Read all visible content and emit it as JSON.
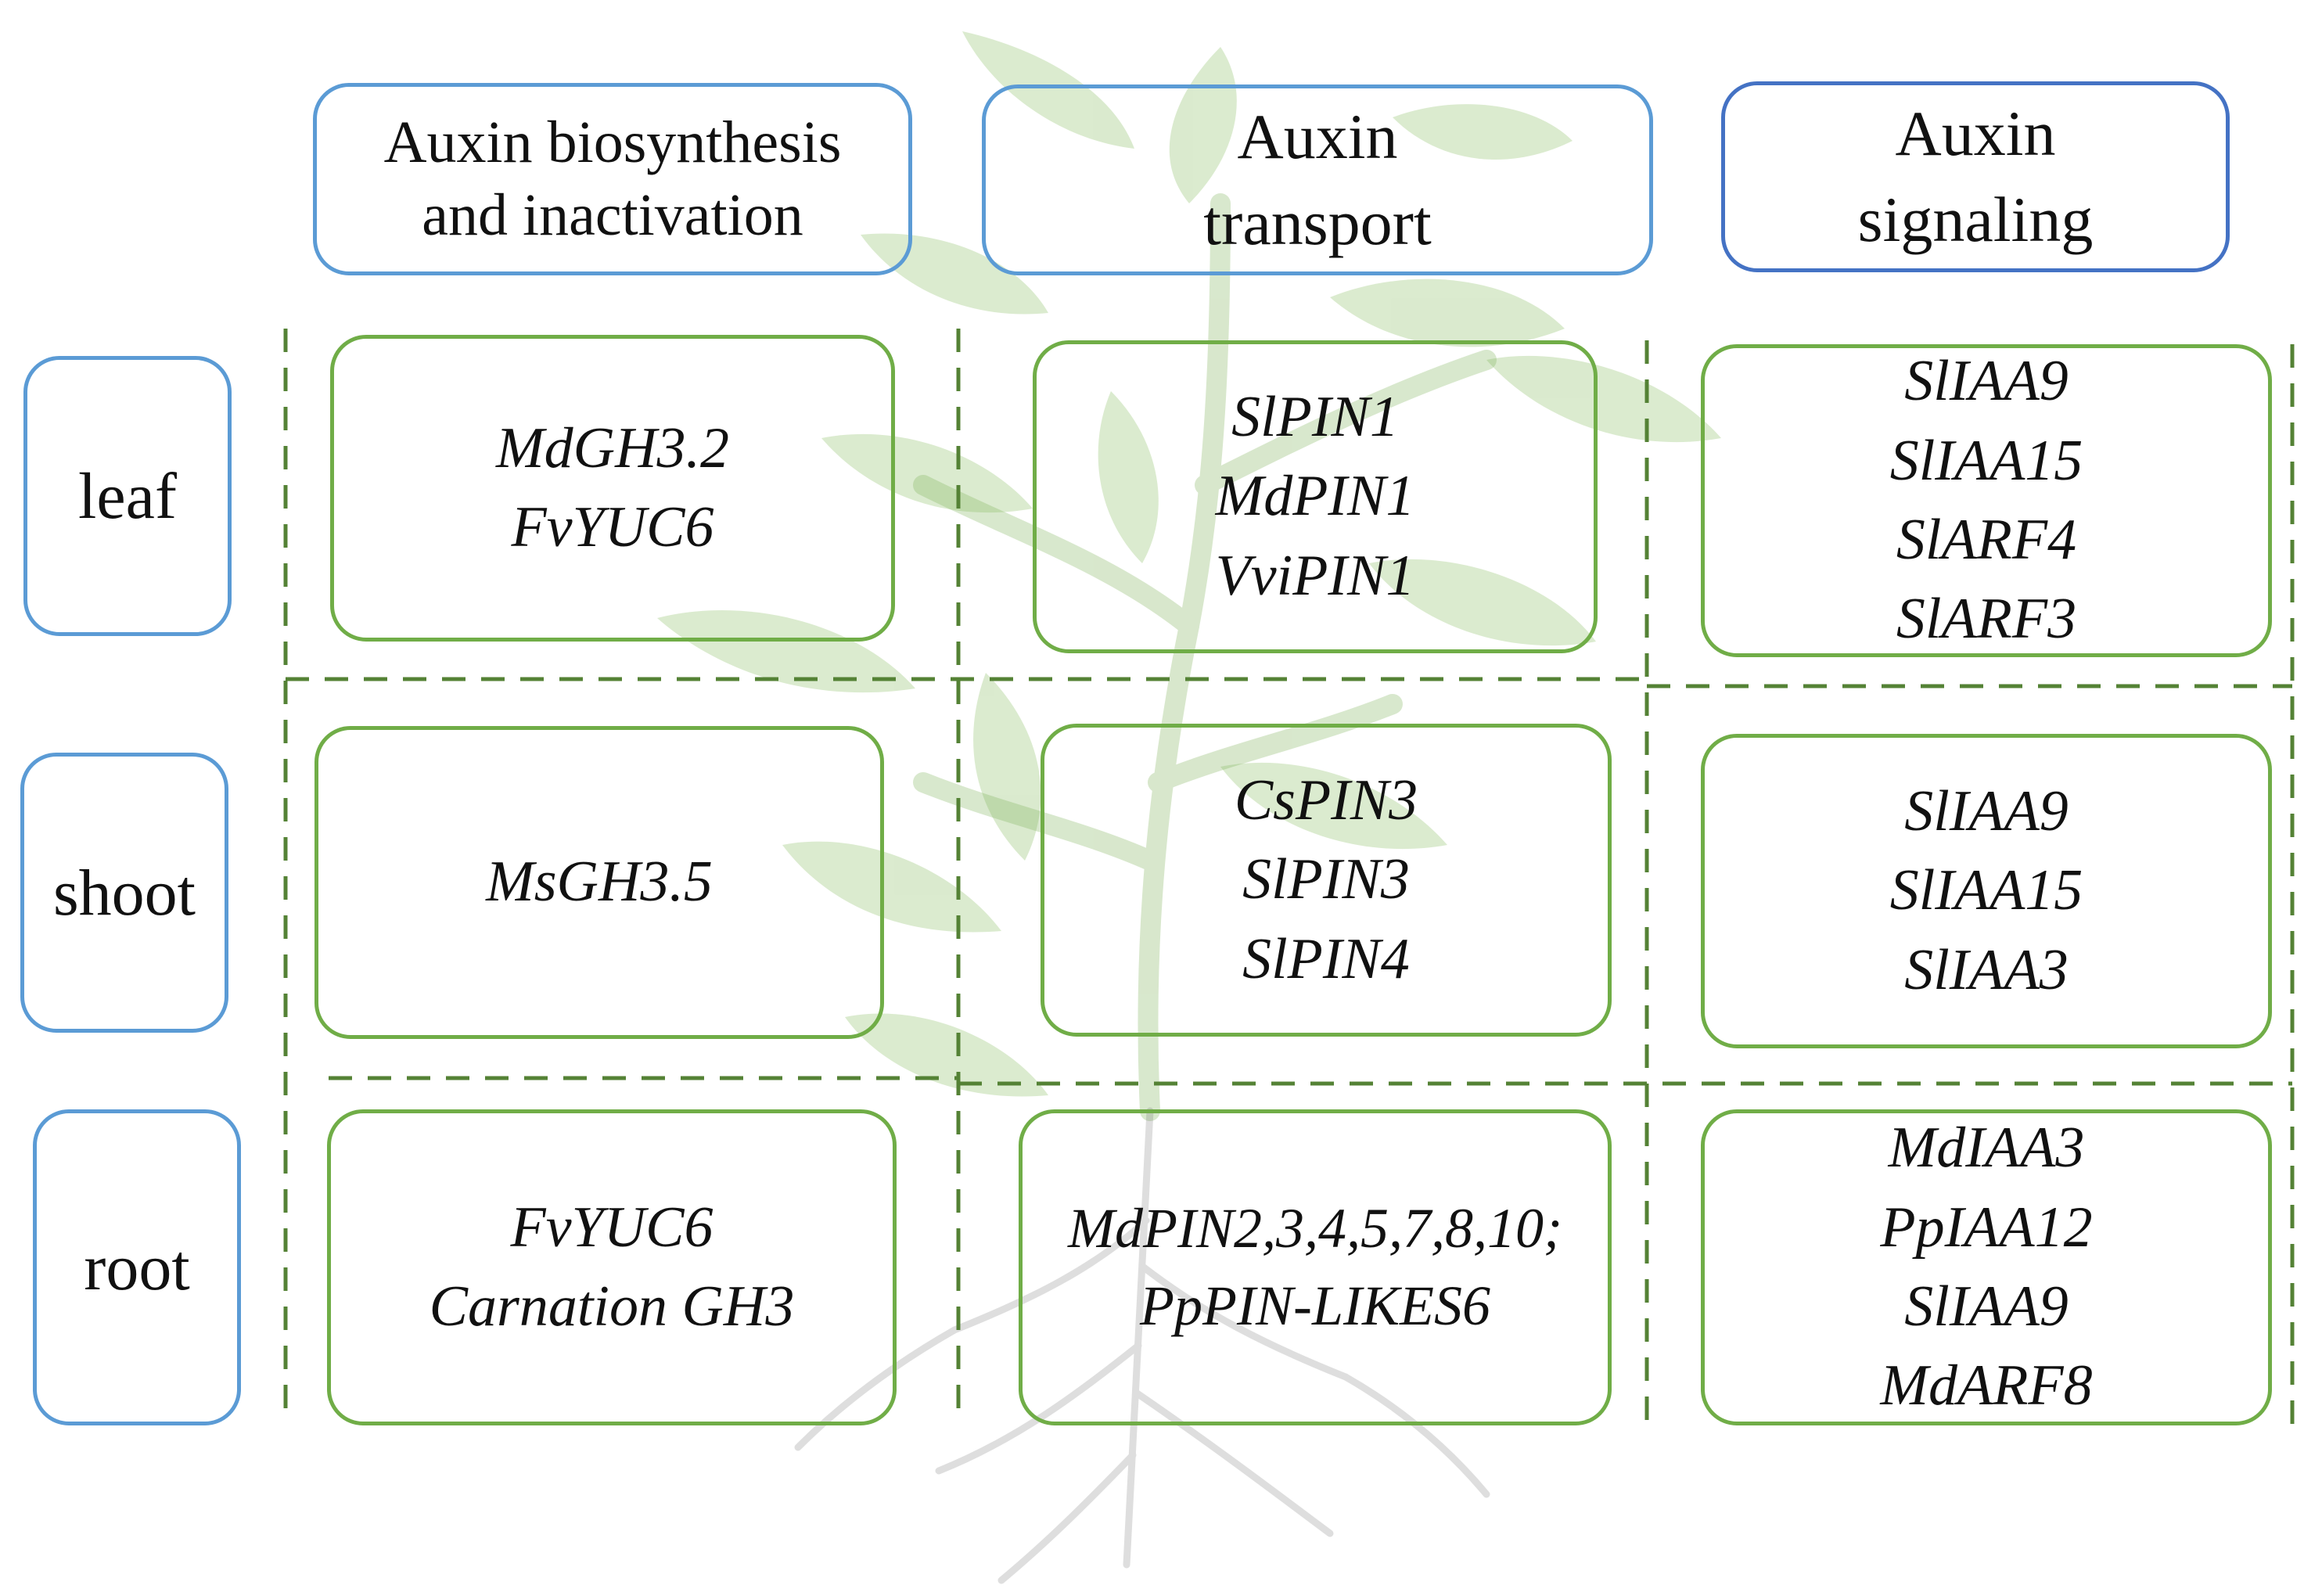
{
  "colors": {
    "header_border": "#5b9bd5",
    "header_border_dark": "#4472c4",
    "gene_border": "#70ad47",
    "divider": "#548235",
    "background_plant": "#a9d08e"
  },
  "columns": [
    {
      "title_line1": "Auxin biosynthesis",
      "title_line2": "and inactivation"
    },
    {
      "title_line1": "Auxin",
      "title_line2": "transport"
    },
    {
      "title_line1": "Auxin",
      "title_line2": "signaling"
    }
  ],
  "rows": [
    {
      "label": "leaf",
      "cells": [
        [
          "MdGH3.2",
          "FvYUC6"
        ],
        [
          "SlPIN1",
          "MdPIN1",
          "VviPIN1"
        ],
        [
          "SlIAA9",
          "SlIAA15",
          "SlARF4",
          "SlARF3"
        ]
      ]
    },
    {
      "label": "shoot",
      "cells": [
        [
          "MsGH3.5"
        ],
        [
          "CsPIN3",
          "SlPIN3",
          "SlPIN4"
        ],
        [
          "SlIAA9",
          "SlIAA15",
          "SlIAA3"
        ]
      ]
    },
    {
      "label": "root",
      "cells": [
        [
          "FvYUC6",
          "Carnation GH3"
        ],
        [
          "MdPIN2,3,4,5,7,8,10;",
          "PpPIN-LIKES6"
        ],
        [
          "MdIAA3",
          "PpIAA12",
          "SlIAA9",
          "MdARF8"
        ]
      ]
    }
  ]
}
